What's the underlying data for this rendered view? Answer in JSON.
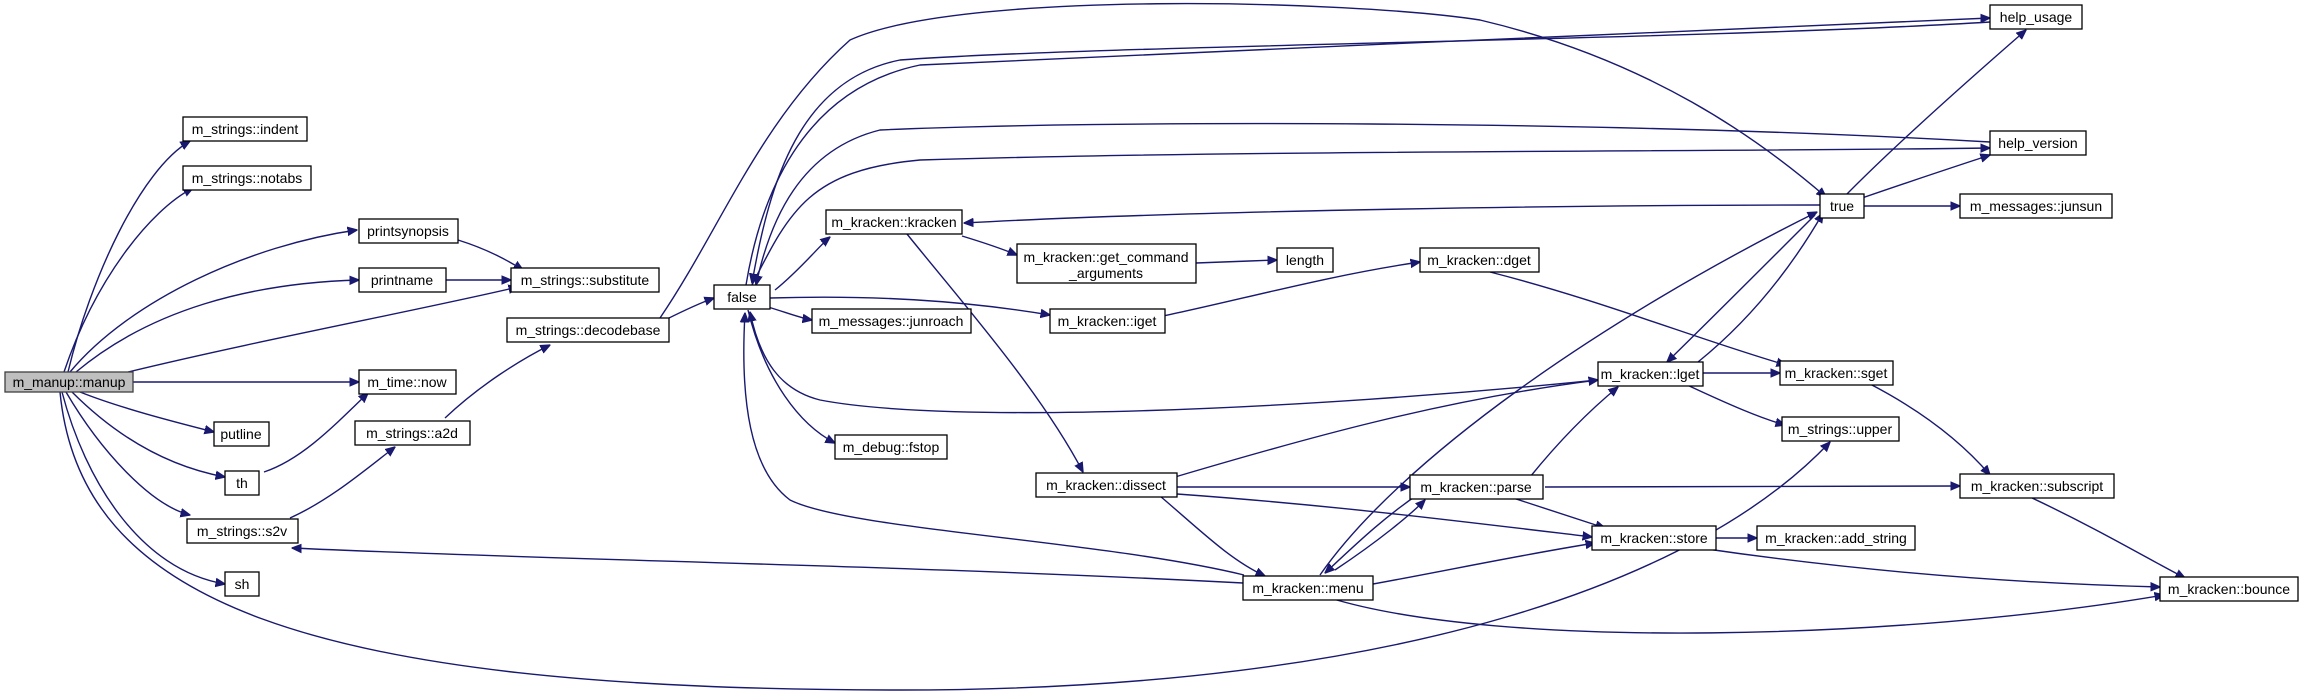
{
  "colors": {
    "edge": "#191970",
    "root_fill": "#bfbfbf",
    "node_fill": "#ffffff",
    "node_stroke": "#000000"
  },
  "nodes": [
    {
      "id": "manup",
      "lines": [
        "m_manup::manup"
      ],
      "root": true
    },
    {
      "id": "indent",
      "lines": [
        "m_strings::indent"
      ]
    },
    {
      "id": "notabs",
      "lines": [
        "m_strings::notabs"
      ]
    },
    {
      "id": "printsynopsis",
      "lines": [
        "printsynopsis"
      ]
    },
    {
      "id": "printname",
      "lines": [
        "printname"
      ]
    },
    {
      "id": "substitute",
      "lines": [
        "m_strings::substitute"
      ]
    },
    {
      "id": "now",
      "lines": [
        "m_time::now"
      ]
    },
    {
      "id": "putline",
      "lines": [
        "putline"
      ]
    },
    {
      "id": "th",
      "lines": [
        "th"
      ]
    },
    {
      "id": "a2d",
      "lines": [
        "m_strings::a2d"
      ]
    },
    {
      "id": "s2v",
      "lines": [
        "m_strings::s2v"
      ]
    },
    {
      "id": "sh",
      "lines": [
        "sh"
      ]
    },
    {
      "id": "decodebase",
      "lines": [
        "m_strings::decodebase"
      ]
    },
    {
      "id": "false",
      "lines": [
        "false"
      ]
    },
    {
      "id": "kracken",
      "lines": [
        "m_kracken::kracken"
      ]
    },
    {
      "id": "junroach",
      "lines": [
        "m_messages::junroach"
      ]
    },
    {
      "id": "fstop",
      "lines": [
        "m_debug::fstop"
      ]
    },
    {
      "id": "get_command",
      "lines": [
        "m_kracken::get_command",
        "_arguments"
      ]
    },
    {
      "id": "iget",
      "lines": [
        "m_kracken::iget"
      ]
    },
    {
      "id": "length",
      "lines": [
        "length"
      ]
    },
    {
      "id": "dget",
      "lines": [
        "m_kracken::dget"
      ]
    },
    {
      "id": "dissect",
      "lines": [
        "m_kracken::dissect"
      ]
    },
    {
      "id": "menu",
      "lines": [
        "m_kracken::menu"
      ]
    },
    {
      "id": "parse",
      "lines": [
        "m_kracken::parse"
      ]
    },
    {
      "id": "lget",
      "lines": [
        "m_kracken::lget"
      ]
    },
    {
      "id": "store",
      "lines": [
        "m_kracken::store"
      ]
    },
    {
      "id": "true",
      "lines": [
        "true"
      ]
    },
    {
      "id": "sget",
      "lines": [
        "m_kracken::sget"
      ]
    },
    {
      "id": "upper",
      "lines": [
        "m_strings::upper"
      ]
    },
    {
      "id": "add_string",
      "lines": [
        "m_kracken::add_string"
      ]
    },
    {
      "id": "help_usage",
      "lines": [
        "help_usage"
      ]
    },
    {
      "id": "help_version",
      "lines": [
        "help_version"
      ]
    },
    {
      "id": "junsun",
      "lines": [
        "m_messages::junsun"
      ]
    },
    {
      "id": "subscript",
      "lines": [
        "m_kracken::subscript"
      ]
    },
    {
      "id": "bounce",
      "lines": [
        "m_kracken::bounce"
      ]
    }
  ],
  "edges": [
    [
      "manup",
      "indent"
    ],
    [
      "manup",
      "notabs"
    ],
    [
      "manup",
      "printsynopsis"
    ],
    [
      "manup",
      "printname"
    ],
    [
      "manup",
      "substitute"
    ],
    [
      "manup",
      "now"
    ],
    [
      "manup",
      "putline"
    ],
    [
      "manup",
      "th"
    ],
    [
      "manup",
      "s2v"
    ],
    [
      "manup",
      "sh"
    ],
    [
      "manup",
      "upper"
    ],
    [
      "printsynopsis",
      "substitute"
    ],
    [
      "printname",
      "substitute"
    ],
    [
      "th",
      "now"
    ],
    [
      "a2d",
      "decodebase"
    ],
    [
      "s2v",
      "a2d"
    ],
    [
      "decodebase",
      "false"
    ],
    [
      "decodebase",
      "true"
    ],
    [
      "false",
      "help_usage"
    ],
    [
      "false",
      "help_version"
    ],
    [
      "false",
      "kracken"
    ],
    [
      "false",
      "junroach"
    ],
    [
      "false",
      "fstop"
    ],
    [
      "false",
      "iget"
    ],
    [
      "kracken",
      "get_command"
    ],
    [
      "kracken",
      "dissect"
    ],
    [
      "get_command",
      "length"
    ],
    [
      "iget",
      "dget"
    ],
    [
      "dget",
      "sget"
    ],
    [
      "dissect",
      "lget"
    ],
    [
      "dissect",
      "parse"
    ],
    [
      "dissect",
      "store"
    ],
    [
      "dissect",
      "menu"
    ],
    [
      "menu",
      "false"
    ],
    [
      "menu",
      "s2v"
    ],
    [
      "menu",
      "parse"
    ],
    [
      "menu",
      "store"
    ],
    [
      "menu",
      "true"
    ],
    [
      "menu",
      "bounce"
    ],
    [
      "parse",
      "lget"
    ],
    [
      "parse",
      "store"
    ],
    [
      "parse",
      "menu"
    ],
    [
      "parse",
      "subscript"
    ],
    [
      "lget",
      "false"
    ],
    [
      "lget",
      "true"
    ],
    [
      "lget",
      "sget"
    ],
    [
      "lget",
      "upper"
    ],
    [
      "true",
      "kracken"
    ],
    [
      "true",
      "lget"
    ],
    [
      "true",
      "help_usage"
    ],
    [
      "true",
      "help_version"
    ],
    [
      "true",
      "junsun"
    ],
    [
      "store",
      "add_string"
    ],
    [
      "store",
      "bounce"
    ],
    [
      "sget",
      "subscript"
    ],
    [
      "subscript",
      "bounce"
    ],
    [
      "help_usage",
      "false"
    ],
    [
      "help_version",
      "false"
    ]
  ]
}
